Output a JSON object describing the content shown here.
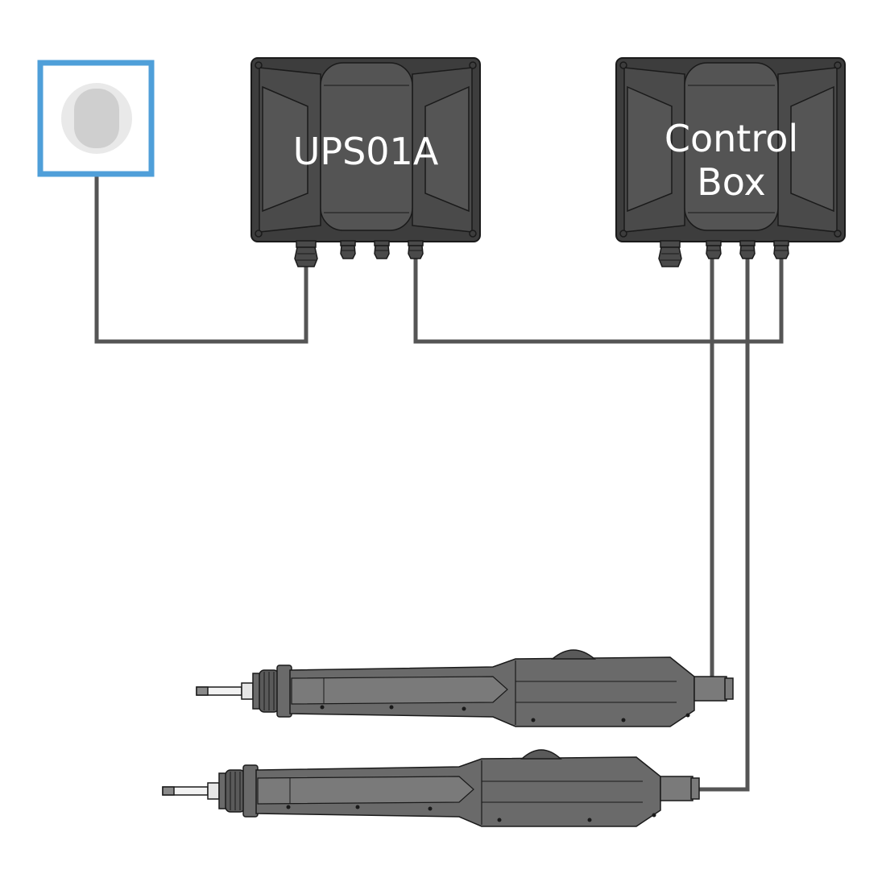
{
  "labels": {
    "ups": "UPS01A",
    "control_line1": "Control",
    "control_line2": "Box"
  },
  "colors": {
    "enclosure_dark": "#3d3d3d",
    "enclosure_face": "#545454",
    "outline": "#1a1a1a",
    "cable": "#555555",
    "outlet_frame": "#4f9fd9",
    "outlet_socket": "#cfcfcf",
    "tool_body": "#6a6a6a",
    "tool_light": "#7a7a7a",
    "label_text": "#ffffff"
  },
  "icons": {
    "outlet": "wall-outlet-icon",
    "screwdriver": "electric-screwdriver-icon"
  }
}
